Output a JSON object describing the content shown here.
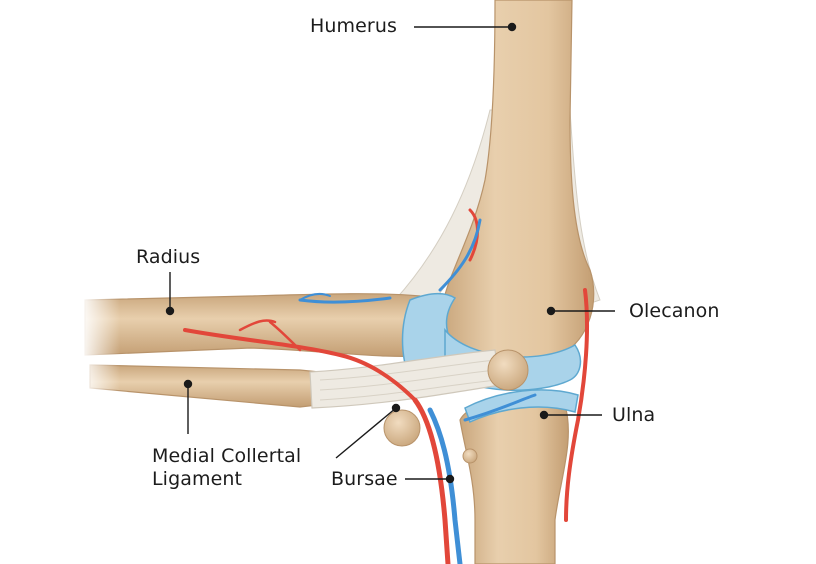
{
  "labels": {
    "humerus": "Humerus",
    "radius": "Radius",
    "olecanon": "Olecanon",
    "ulna": "Ulna",
    "ligament_line1": "Medial Collertal",
    "ligament_line2": "Ligament",
    "bursae": "Bursae"
  },
  "colors": {
    "bone": "#e3c6a0",
    "bone_shade": "#c9a67c",
    "cartilage": "#a9d3ea",
    "cartilage_edge": "#5ea8d0",
    "artery": "#e2473a",
    "vein": "#3f8fd6",
    "ligament": "#eeeae2",
    "leader": "#1a1a1a"
  }
}
